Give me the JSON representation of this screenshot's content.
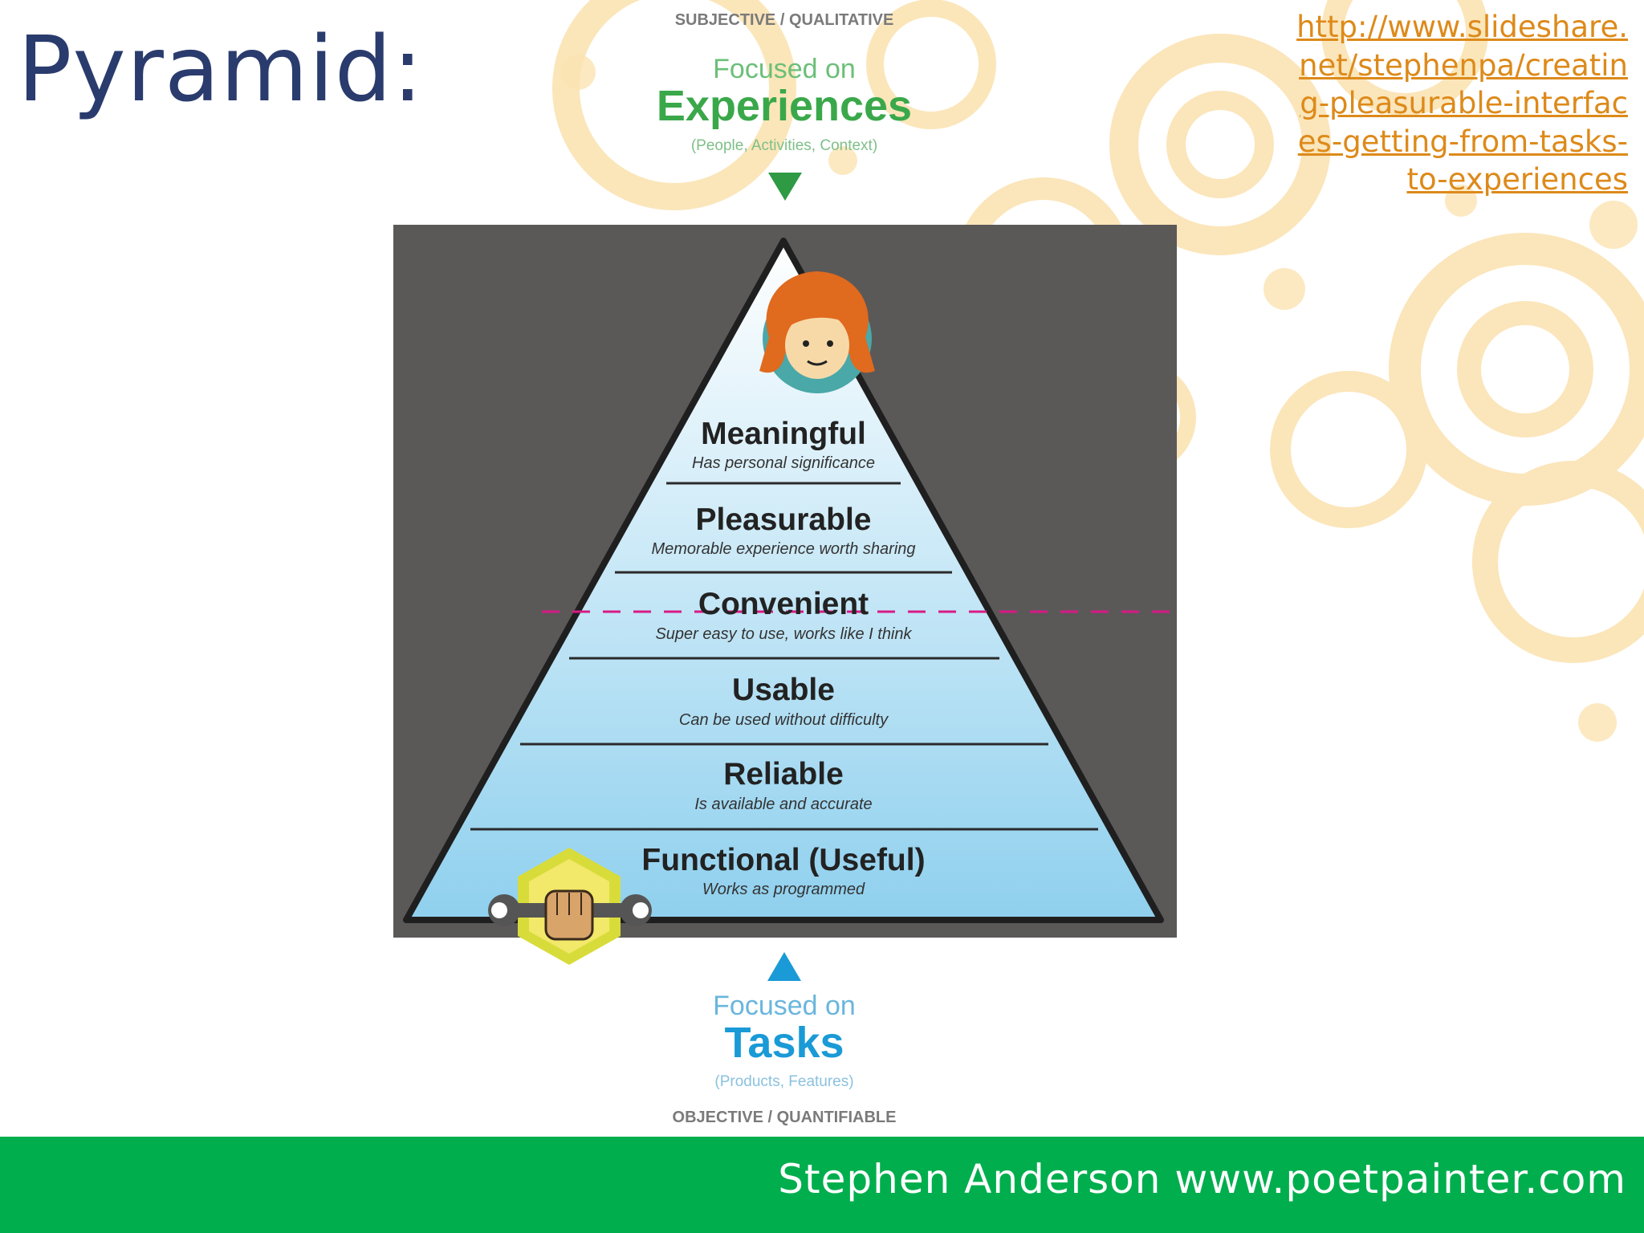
{
  "slide": {
    "title": "Pyramid:",
    "source_link": "http://www.slideshare.net/stephenpa/creating-pleasurable-interfaces-getting-from-tasks-to-experiences"
  },
  "diagram": {
    "top": {
      "caption": "SUBJECTIVE / QUALITATIVE",
      "focused_on": "Focused on",
      "heading": "Experiences",
      "subheading": "(People, Activities, Context)"
    },
    "levels": [
      {
        "name": "Meaningful",
        "description": "Has personal significance"
      },
      {
        "name": "Pleasurable",
        "description": "Memorable experience worth sharing"
      },
      {
        "name": "Convenient",
        "description": "Super easy to use, works like I think"
      },
      {
        "name": "Usable",
        "description": "Can be used without difficulty"
      },
      {
        "name": "Reliable",
        "description": "Is available and accurate"
      },
      {
        "name": "Functional (Useful)",
        "description": "Works as programmed"
      }
    ],
    "bottom": {
      "focused_on": "Focused on",
      "heading": "Tasks",
      "subheading": "(Products, Features)",
      "caption": "OBJECTIVE / QUANTIFIABLE"
    }
  },
  "footer": {
    "text": "Stephen Anderson www.poetpainter.com"
  },
  "colors": {
    "title": "#2a3b6d",
    "link": "#dd8a1a",
    "experiences_green": "#3aa84a",
    "tasks_blue": "#1a9ad6",
    "pyramid_background": "#5b5858",
    "divider_magenta": "#d81a86",
    "footer_green": "#00ae4d"
  }
}
